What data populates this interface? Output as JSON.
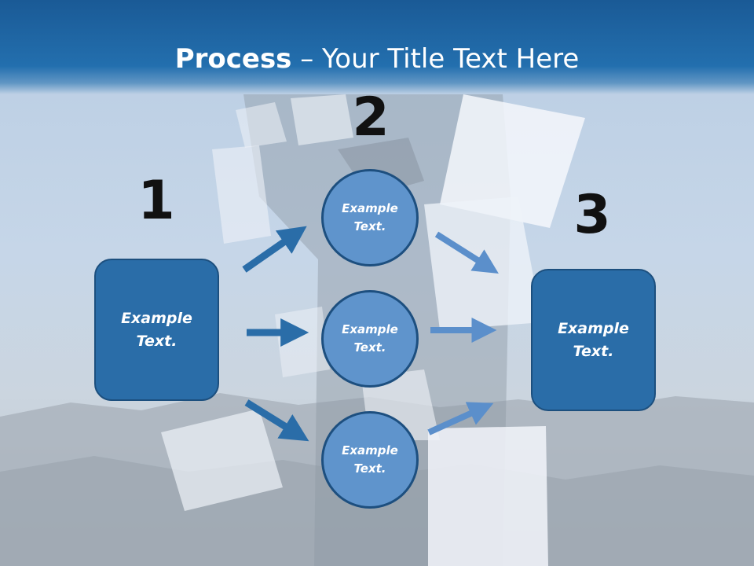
{
  "title": {
    "bold_part": "Process",
    "rest": " – Your Title Text Here"
  },
  "steps": {
    "one": {
      "number": "1",
      "label": "Example\nText."
    },
    "two": {
      "number": "2",
      "circles": [
        {
          "label": "Example\nText."
        },
        {
          "label": "Example\nText."
        },
        {
          "label": "Example\nText."
        }
      ]
    },
    "three": {
      "number": "3",
      "label": "Example\nText."
    }
  },
  "colors": {
    "header": "#236fae",
    "box_fill": "#2a6da8",
    "circle_fill": "#5f94cc",
    "arrow_dark": "#2a6da8",
    "arrow_light": "#5b8fcb"
  }
}
